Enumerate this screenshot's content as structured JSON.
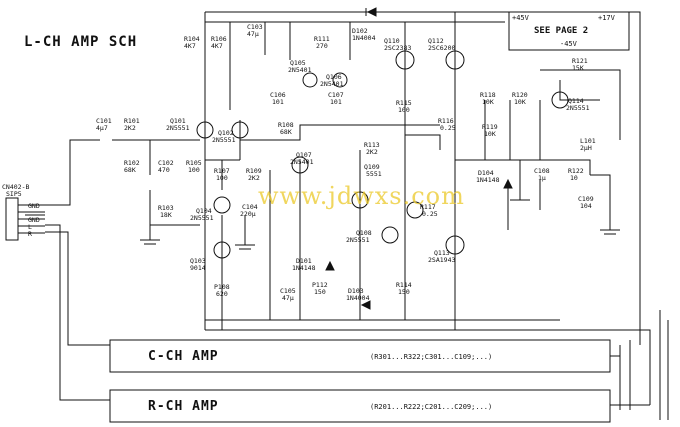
{
  "title": "L-CH AMP SCH",
  "watermark": "www.jdwxs.com",
  "power_box": {
    "plus45": "+45V",
    "plus17": "+17V",
    "see_page": "SEE PAGE 2",
    "minus45": "-45V"
  },
  "connector": {
    "ref": "CN402-B",
    "type": "SIP5",
    "pins": [
      "GND",
      "",
      "GND",
      "L",
      "R"
    ]
  },
  "components": {
    "R104": "4K7",
    "R106": "4K7",
    "C103": "47µ",
    "R111": "270",
    "D102": "1N4004",
    "Q110": "2SC2383",
    "Q112": "2SC6200",
    "Q105": "2N5401",
    "Q106": "2N5401",
    "C106": "101",
    "C107": "101",
    "R115": "100",
    "R116": "0.25",
    "R118": "10K",
    "R120": "10K",
    "R119": "10K",
    "Q114": "2N5551",
    "R121": "15K",
    "C101": "4µ7",
    "R101": "2K2",
    "Q101": "2N5551",
    "Q102": "2N5551",
    "R108": "68K",
    "R102": "68K",
    "C102": "470",
    "R105": "100",
    "R107": "100",
    "R109": "2K2",
    "R113": "2K2",
    "Q109": "5551",
    "Q107": "2N5401",
    "D104": "1N4148",
    "C108": "1µ",
    "R122": "10",
    "L101": "2µH",
    "C109": "104",
    "R103": "18K",
    "Q104": "2N5551",
    "C104": "220µ",
    "R117": "0.25",
    "Q108": "2N5551",
    "Q103": "9014",
    "D101": "1N4148",
    "D103": "1N4004",
    "Q113": "2SA1943",
    "R110": "620",
    "C105": "47µ",
    "R112": "150",
    "R114": "150"
  },
  "blocks": [
    {
      "name": "C-CH AMP",
      "refs": "(R301...R322;C301...C109;...)"
    },
    {
      "name": "R-CH AMP",
      "refs": "(R201...R222;C201...C209;...)"
    }
  ],
  "colors": {
    "ink": "#111111",
    "watermark": "#ebc828",
    "background": "#ffffff"
  }
}
